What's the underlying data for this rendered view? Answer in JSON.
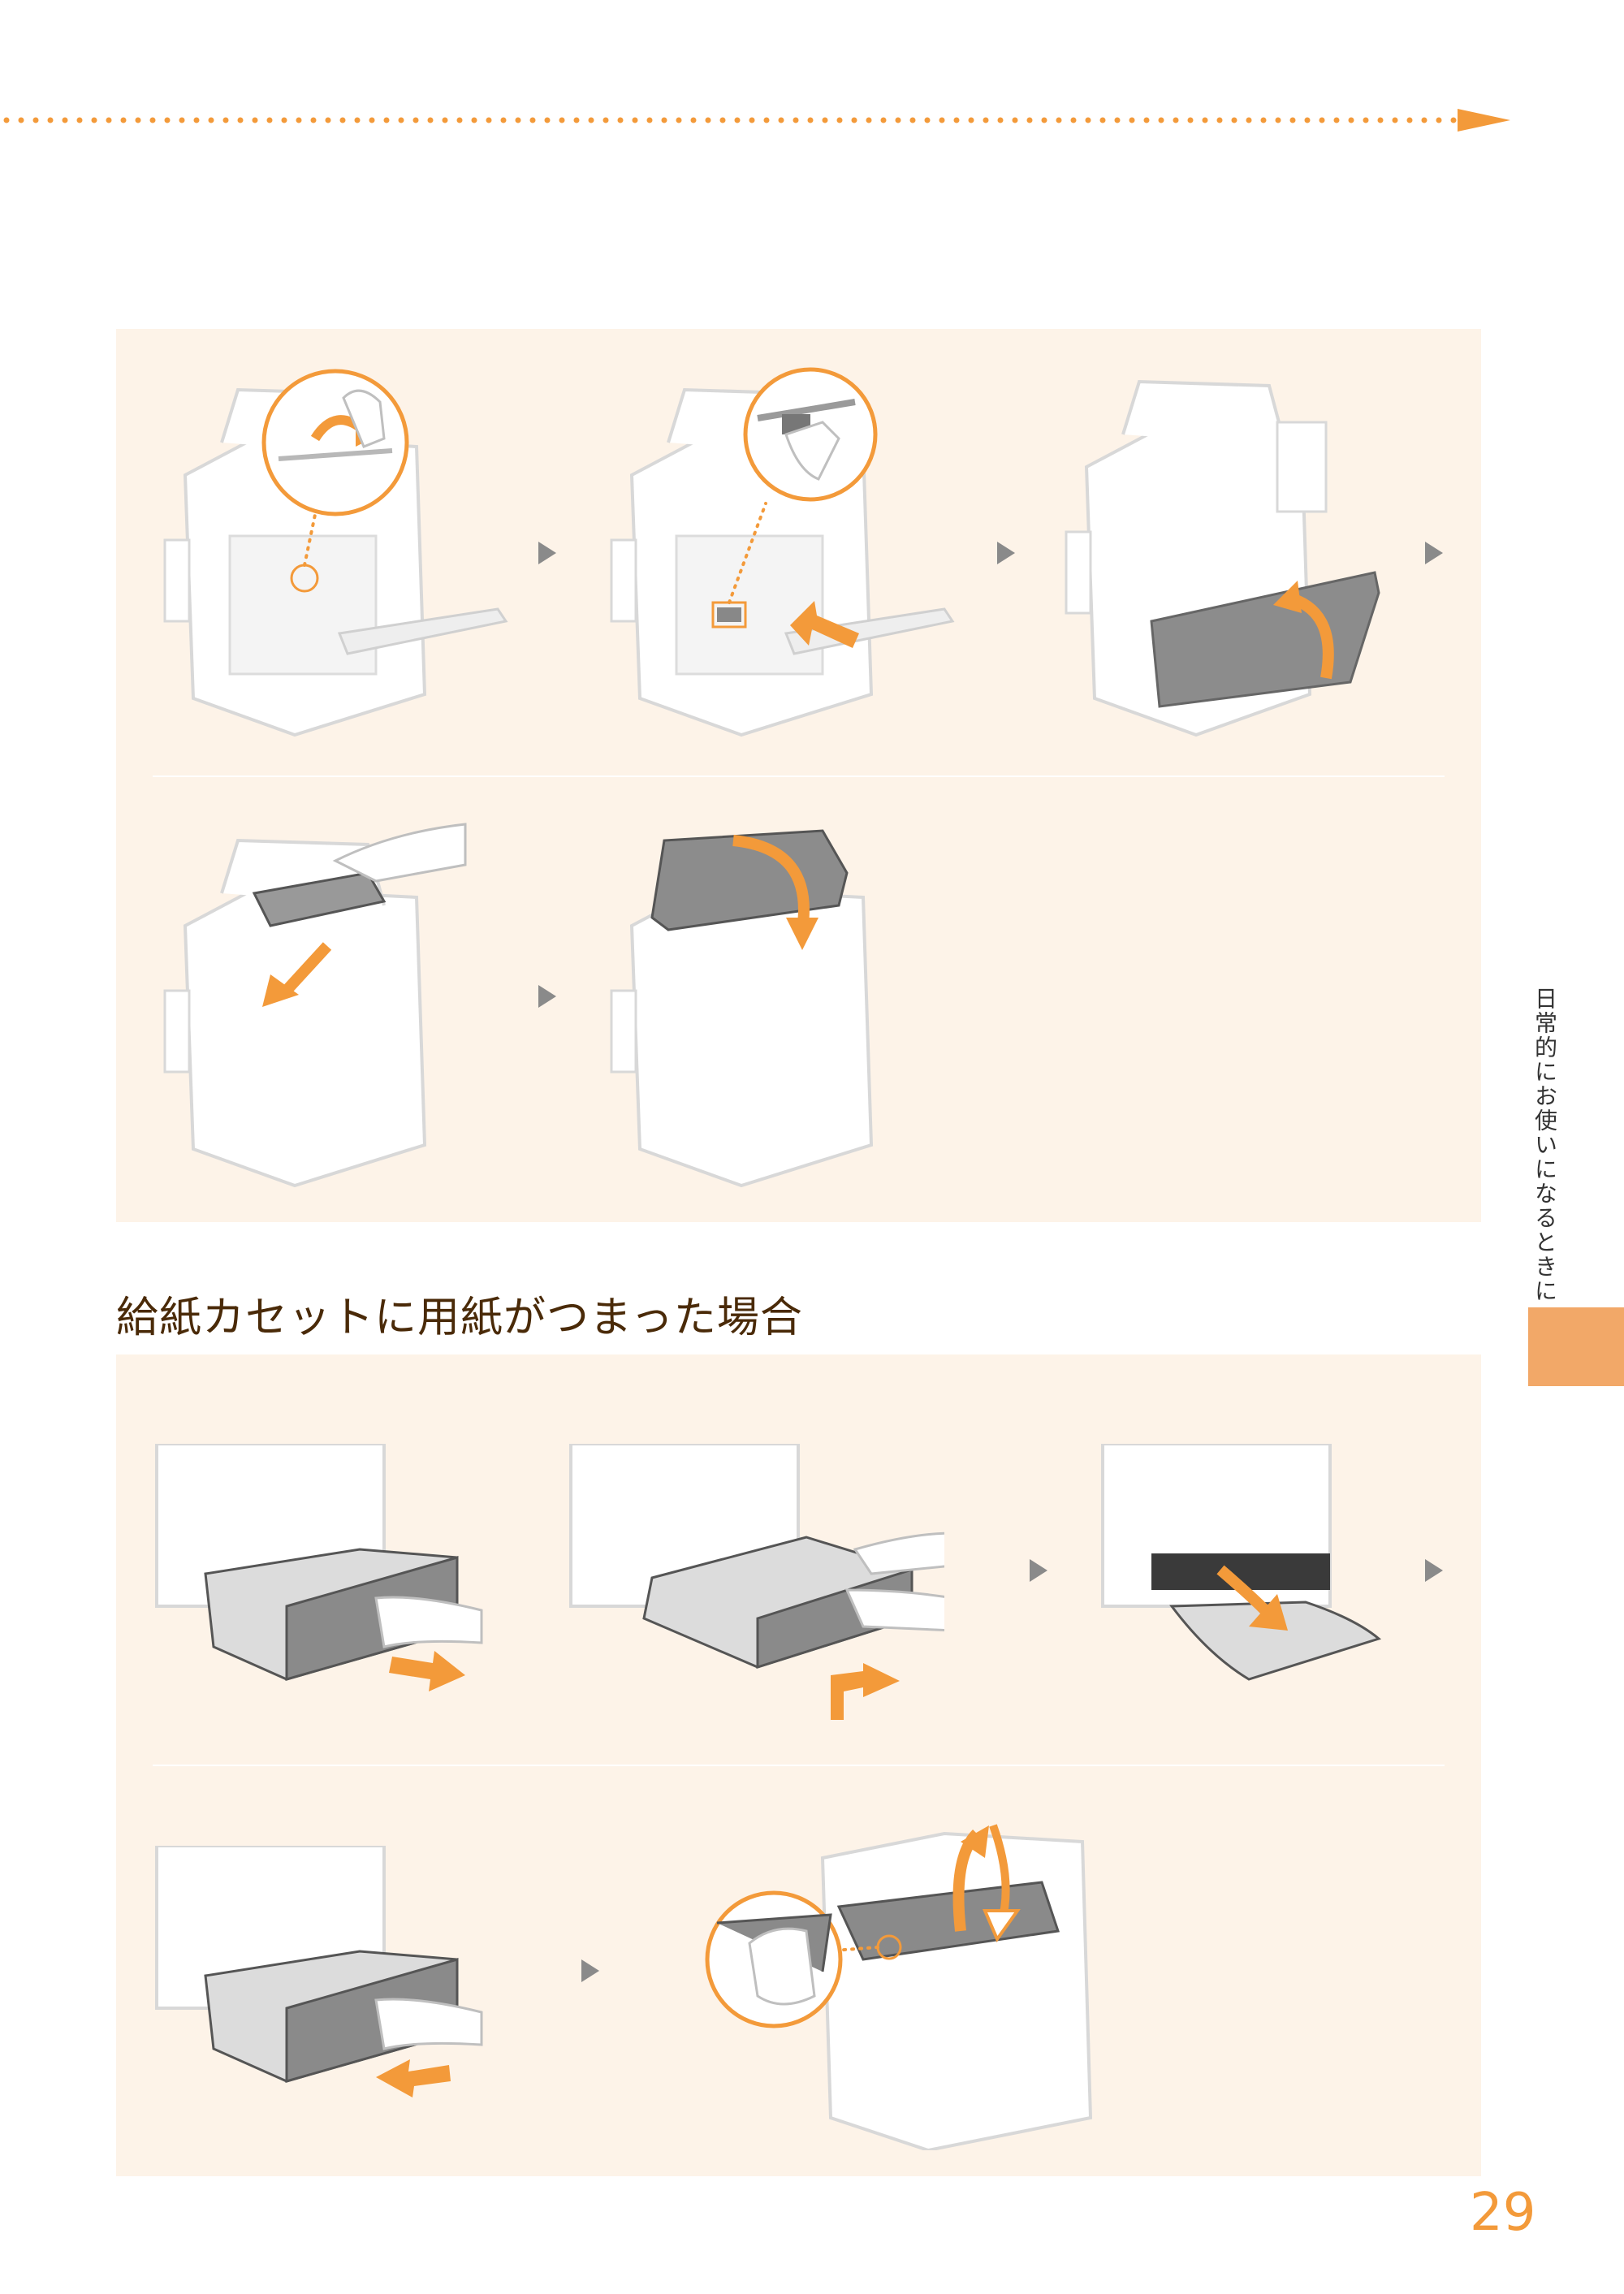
{
  "section": {
    "title": "給紙カセットに用紙がつまった場合"
  },
  "side_tab": {
    "label": "日常的にお使いになるときに"
  },
  "page": {
    "number": "29"
  },
  "colors": {
    "accent": "#f39a3a",
    "panel_bg": "#fdf3e8",
    "side_tab": "#f2a868",
    "title_text": "#4a2a08",
    "step_arrow": "#8a8a8a"
  }
}
